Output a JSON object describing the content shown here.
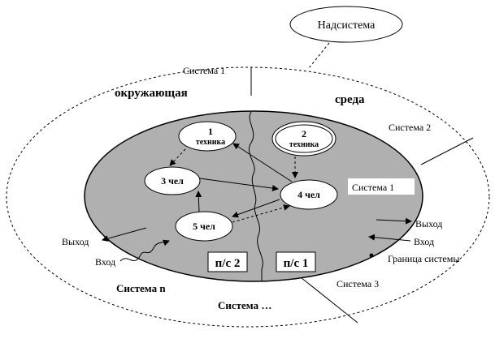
{
  "supersystem": "Надсистема",
  "outer_labels": {
    "system1": "Система 1",
    "environment_left": "окружающая",
    "environment_right": "среда",
    "system2": "Система 2",
    "system3": "Система  3",
    "system_n": "Система n",
    "system_etc": "Система …"
  },
  "inner_labels": {
    "system1": "Система 1",
    "output_left": "Выход",
    "input_left": "Вход",
    "output_right": "Выход",
    "input_right": "Вход",
    "boundary": "Граница системы"
  },
  "nodes": {
    "n1_num": "1",
    "n1_sub": "техника",
    "n2_num": "2",
    "n2_sub": "техника",
    "n3": "3 чел",
    "n4": "4 чел",
    "n5": "5 чел"
  },
  "subsystems": {
    "ps2": "п/с 2",
    "ps1": "п/с 1"
  },
  "colors": {
    "inner_fill": "#b0b0b0",
    "stroke": "#000000",
    "background": "#ffffff"
  }
}
